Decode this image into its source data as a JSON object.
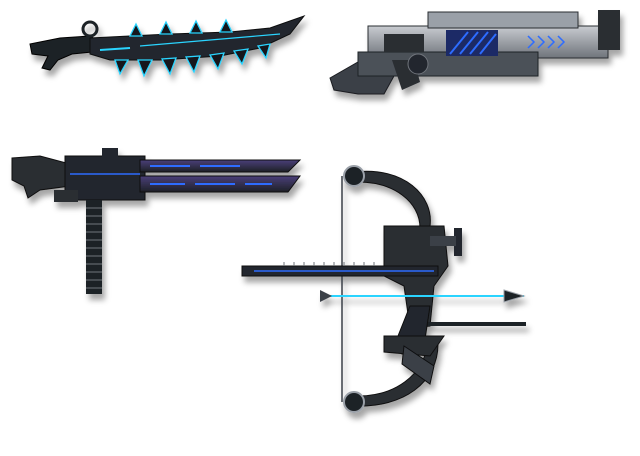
{
  "weapons": [
    {
      "name": "serrated-blade",
      "icon": "serrated-blade-icon"
    },
    {
      "name": "heavy-launcher-rifle",
      "icon": "launcher-rifle-icon"
    },
    {
      "name": "heavy-machine-gun",
      "icon": "machine-gun-icon"
    },
    {
      "name": "compound-crossbow",
      "icon": "crossbow-icon"
    }
  ],
  "colors": {
    "background": "#ffffff",
    "metal_dark": "#1e2126",
    "metal_mid": "#3a3f47",
    "metal_light": "#9aa0a8",
    "accent_cyan": "#2bd4ff",
    "accent_blue": "#2d6cff",
    "accent_purple": "#4a3f7a"
  }
}
